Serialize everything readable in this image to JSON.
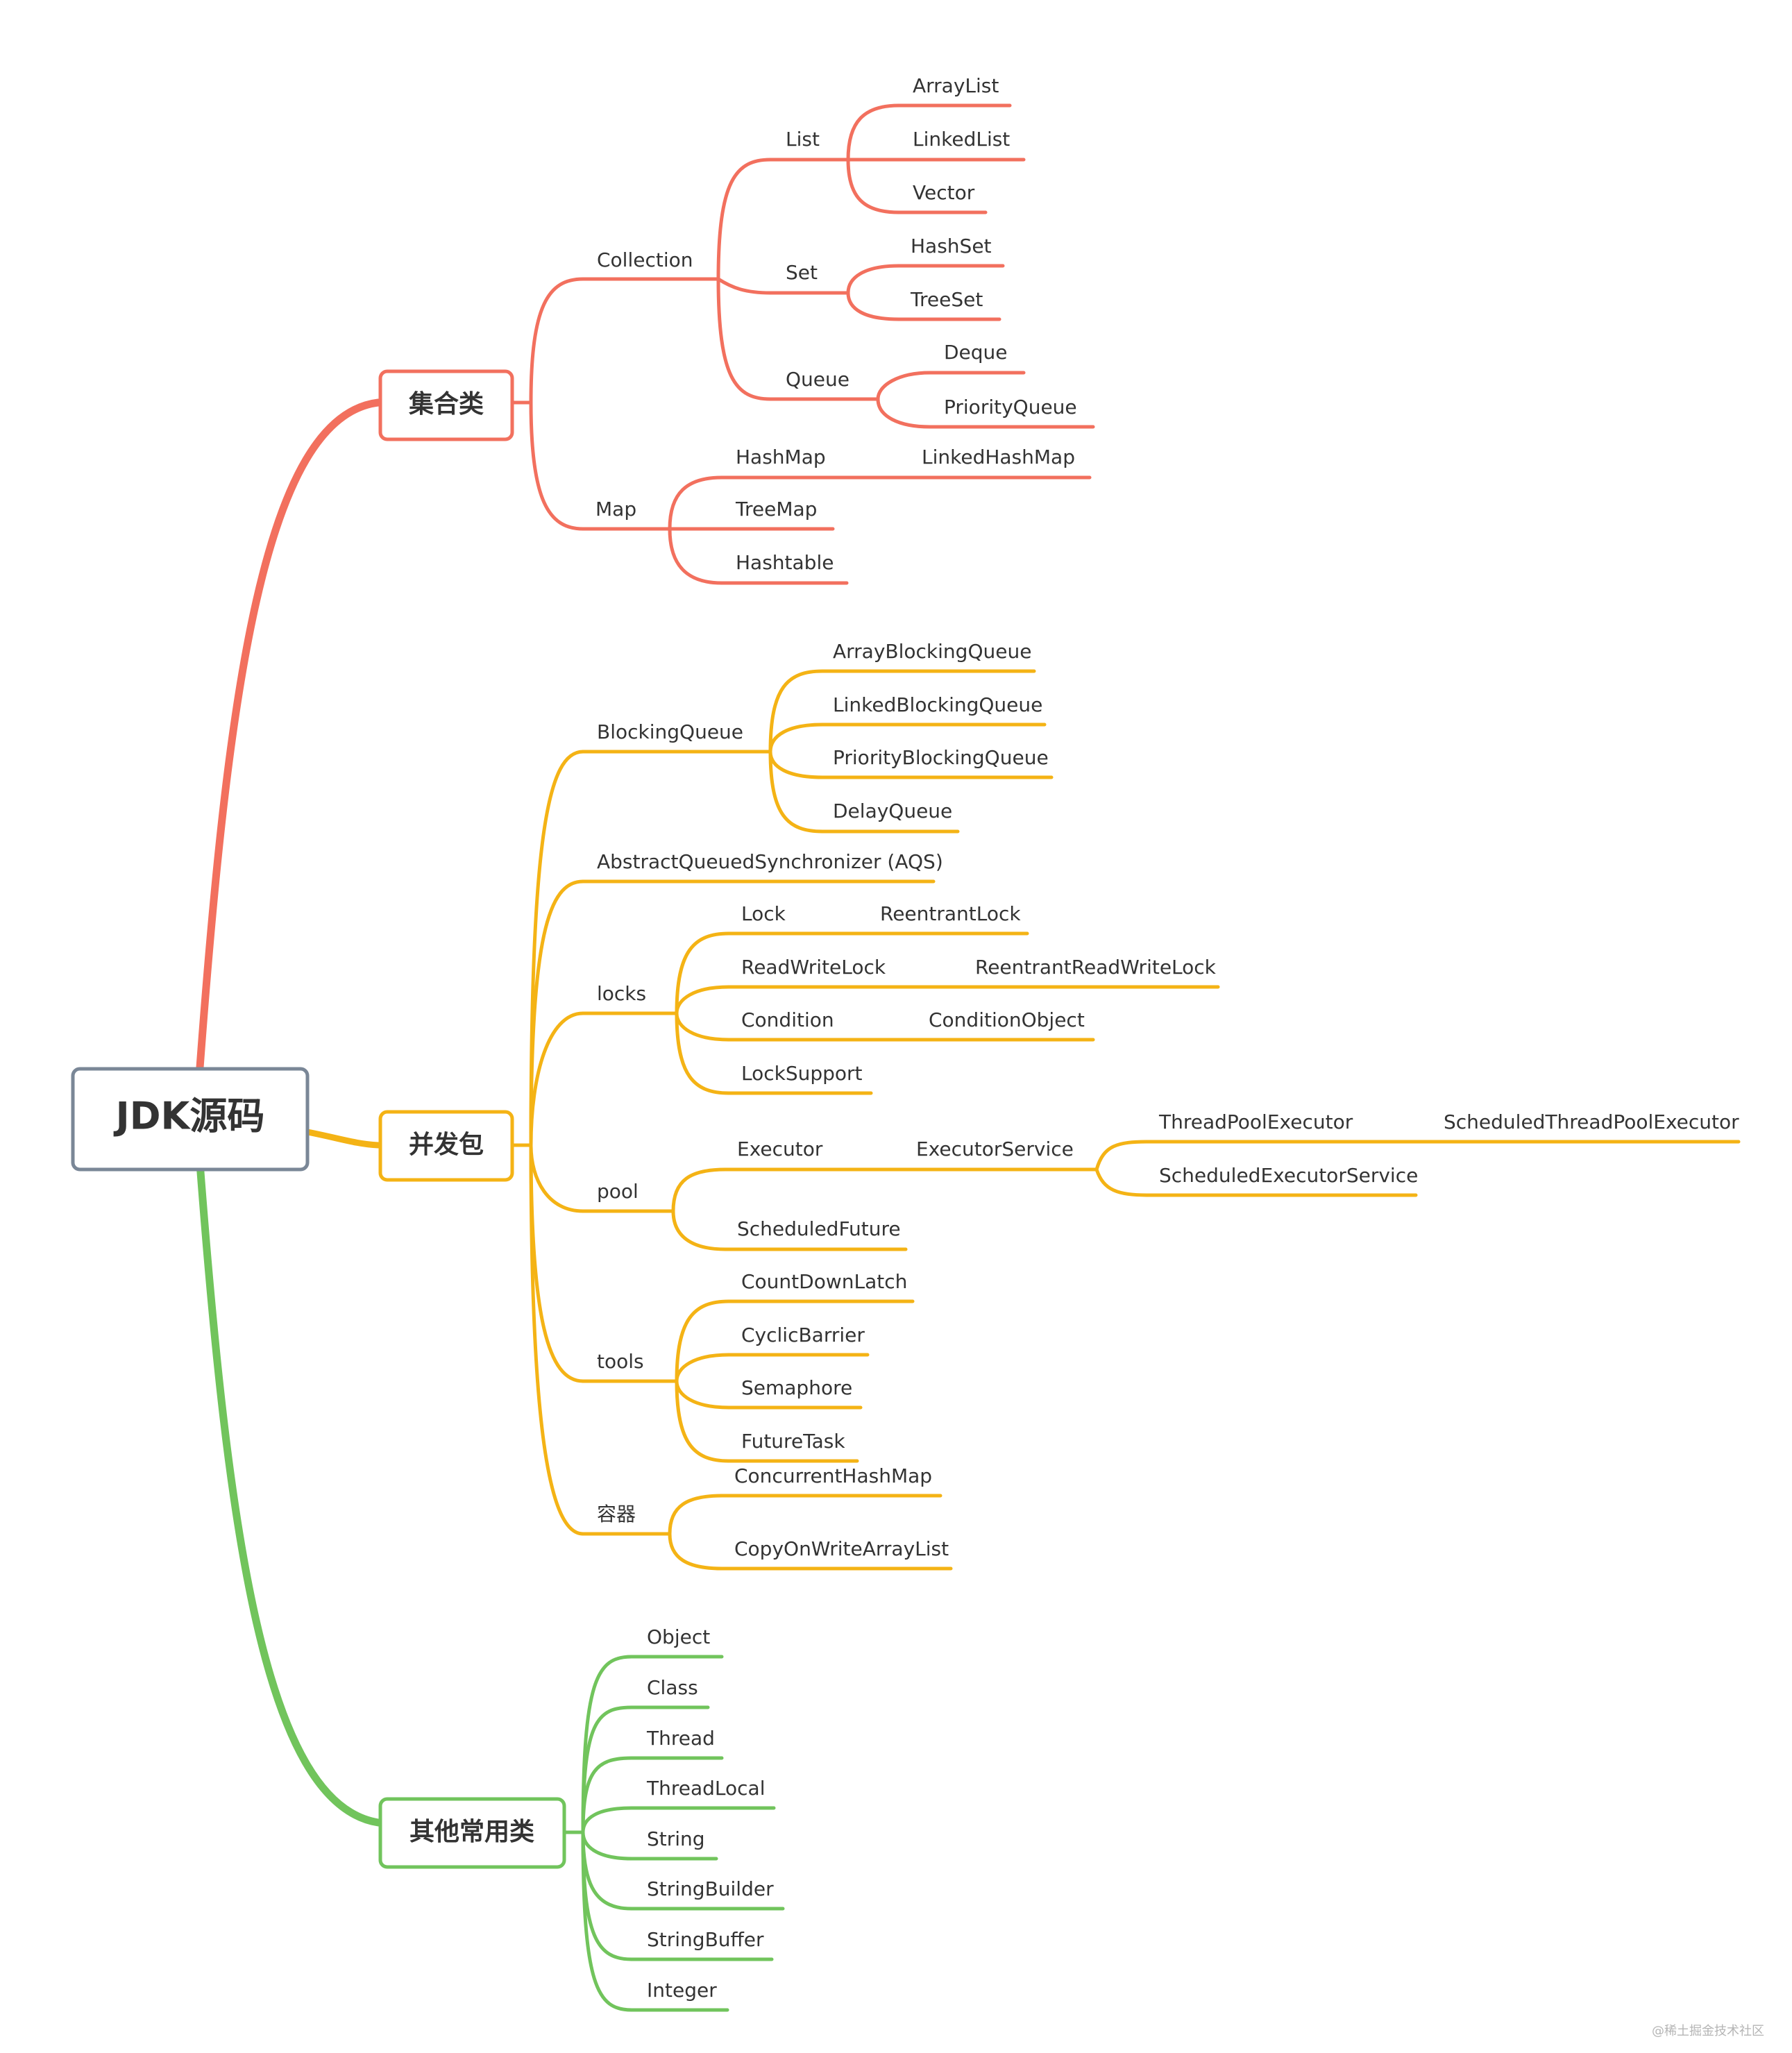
{
  "root": "JDK源码",
  "colors": {
    "collections": "#F2705E",
    "concurrent": "#F4B315",
    "others": "#71C45C",
    "root_border": "#7A8797"
  },
  "branches": {
    "collections": {
      "title": "集合类",
      "collection": "Collection",
      "list": "List",
      "arraylist": "ArrayList",
      "linkedlist": "LinkedList",
      "vector": "Vector",
      "set": "Set",
      "hashset": "HashSet",
      "treeset": "TreeSet",
      "queue": "Queue",
      "deque": "Deque",
      "priorityqueue": "PriorityQueue",
      "map": "Map",
      "hashmap": "HashMap",
      "linkedhashmap": "LinkedHashMap",
      "treemap": "TreeMap",
      "hashtable": "Hashtable"
    },
    "concurrent": {
      "title": "并发包",
      "blockingqueue": "BlockingQueue",
      "arrayblockingqueue": "ArrayBlockingQueue",
      "linkedblockingqueue": "LinkedBlockingQueue",
      "priorityblockingqueue": "PriorityBlockingQueue",
      "delayqueue": "DelayQueue",
      "aqs": "AbstractQueuedSynchronizer (AQS)",
      "locks": "locks",
      "lock": "Lock",
      "reentrantlock": "ReentrantLock",
      "readwritelock": "ReadWriteLock",
      "reentrantreadwritelock": "ReentrantReadWriteLock",
      "condition": "Condition",
      "conditionobject": "ConditionObject",
      "locksupport": "LockSupport",
      "pool": "pool",
      "executor": "Executor",
      "executorservice": "ExecutorService",
      "threadpoolexecutor": "ThreadPoolExecutor",
      "scheduledthreadpoolexecutor": "ScheduledThreadPoolExecutor",
      "scheduledexecutorservice": "ScheduledExecutorService",
      "scheduledfuture": "ScheduledFuture",
      "tools": "tools",
      "countdownlatch": "CountDownLatch",
      "cyclicbarrier": "CyclicBarrier",
      "semaphore": "Semaphore",
      "futuretask": "FutureTask",
      "containers": "容器",
      "concurrenthashmap": "ConcurrentHashMap",
      "copyonwritearraylist": "CopyOnWriteArrayList"
    },
    "others": {
      "title": "其他常用类",
      "object": "Object",
      "class": "Class",
      "thread": "Thread",
      "threadlocal": "ThreadLocal",
      "string": "String",
      "stringbuilder": "StringBuilder",
      "stringbuffer": "StringBuffer",
      "integer": "Integer"
    }
  },
  "watermark": "@稀土掘金技术社区"
}
